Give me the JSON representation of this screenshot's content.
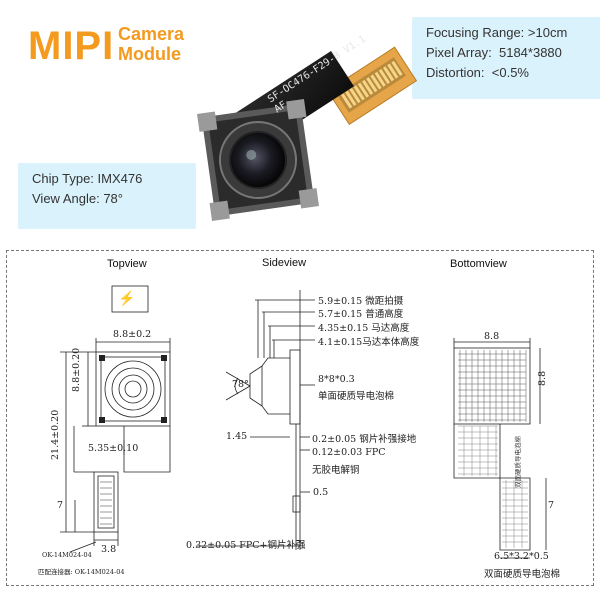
{
  "header": {
    "logo_main": "MIPI",
    "logo_line1": "Camera",
    "logo_line2": "Module"
  },
  "specs_right": [
    {
      "label": "Focusing Range:",
      "value": ">10cm"
    },
    {
      "label": "Pixel Array:",
      "value": "5184*3880"
    },
    {
      "label": "Distortion:",
      "value": "<0.5%"
    }
  ],
  "specs_left": [
    {
      "label": "Chip Type:",
      "value": "IMX476"
    },
    {
      "label": "View Angle:",
      "value": "78°"
    }
  ],
  "fpc_label": "SF-OC476-F29-B V1.1 AF",
  "drawing": {
    "titles": {
      "top": "Topview",
      "side": "Sideview",
      "bottom": "Bottomview"
    },
    "top": {
      "width_dim": "8.8±0.2",
      "height_dim": "8.8±0.20",
      "total_length": "21.4±0.20",
      "offset_dim": "5.35±0.10",
      "conn_len": "7",
      "conn_width": "3.8",
      "connector_code": "OK-14M024-04",
      "connector_note": "匹配连接器: OK-14M024-04"
    },
    "side": {
      "angle": "78°",
      "dims": [
        "5.9±0.15 微距拍摄",
        "5.7±0.15 普通高度",
        "4.35±0.15 马达高度",
        "4.1±0.15马达本体高度"
      ],
      "foam_size": "8*8*0.3",
      "foam_note": "单面硬质导电泡棉",
      "left_dim": "1.45",
      "plate": "0.2±0.05 钢片补强接地",
      "fpc": "0.12±0.03 FPC",
      "fpc_note": "无胶电解铜",
      "stiff_h": "0.5",
      "bottom_dim": "0.32±0.05  FPC+钢片补强"
    },
    "bottom": {
      "width_dim": "8.8",
      "height_dim": "8.8",
      "conn_len": "7",
      "foam_dim": "6.5*3.2*0.5",
      "foam_note": "双面硬质导电泡棉",
      "fpc_text": "双面硬质导电泡棉"
    }
  }
}
